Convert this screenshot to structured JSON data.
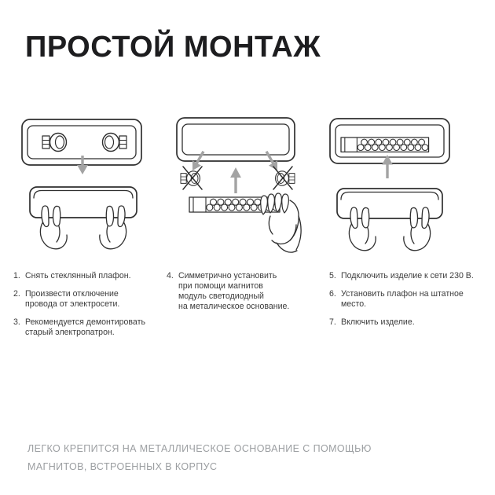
{
  "title": "ПРОСТОЙ МОНТАЖ",
  "steps": {
    "col1": [
      {
        "num": "1.",
        "text": "Снять стеклянный плафон."
      },
      {
        "num": "2.",
        "text": "Произвести отключение\nпровода от электросети."
      },
      {
        "num": "3.",
        "text": "Рекомендуется демонтировать\nстарый электропатрон."
      }
    ],
    "col2": [
      {
        "num": "4.",
        "text": "Симметрично установить\nпри помощи магнитов\nмодуль светодиодный\nна металическое основание."
      }
    ],
    "col3": [
      {
        "num": "5.",
        "text": "Подключить изделие к сети 230 В."
      },
      {
        "num": "6.",
        "text": "Установить  плафон на штатное\nместо."
      },
      {
        "num": "7.",
        "text": "Включить изделие."
      }
    ]
  },
  "footer": {
    "text": "ЛЕГКО КРЕПИТСЯ НА МЕТАЛЛИЧЕСКОЕ ОСНОВАНИЕ С ПОМОЩЬЮ\nМАГНИТОВ, ВСТРОЕННЫХ В КОРПУС"
  },
  "colors": {
    "page_bg": "#ffffff",
    "title": "#1d1d1f",
    "step_text": "#3b3b3b",
    "footer_text": "#9b9ea1",
    "line_art": "#2f2f2f",
    "arrow": "#a3a3a3"
  }
}
